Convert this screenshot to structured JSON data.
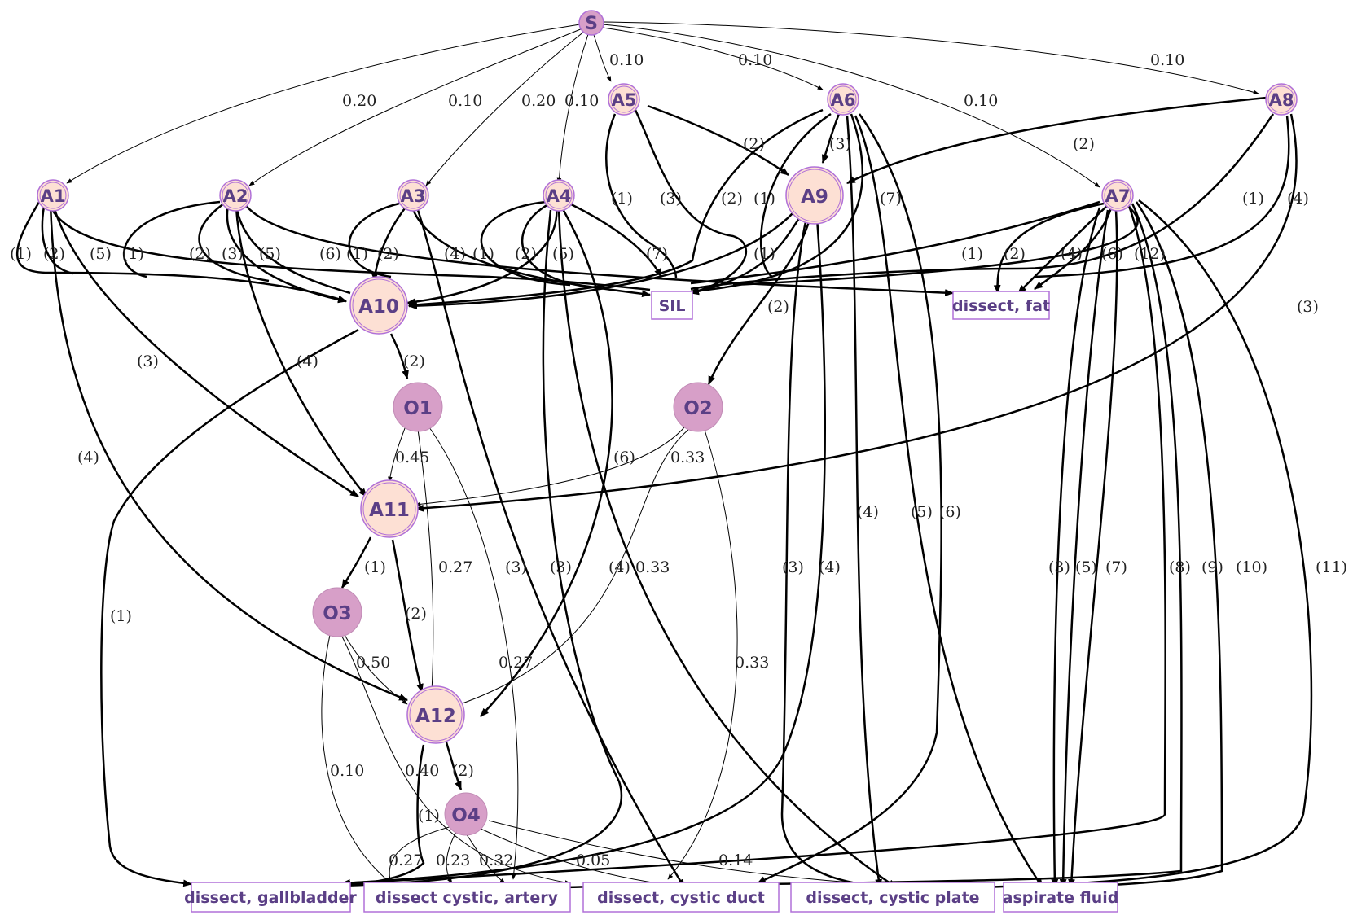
{
  "nodes": {
    "s": "S",
    "a1": "A1",
    "a2": "A2",
    "a3": "A3",
    "a4": "A4",
    "a5": "A5",
    "a6": "A6",
    "a7": "A7",
    "a8": "A8",
    "a9": "A9",
    "a10": "A10",
    "a11": "A11",
    "a12": "A12",
    "o1": "O1",
    "o2": "O2",
    "o3": "O3",
    "o4": "O4"
  },
  "boxes": {
    "sil": "SIL",
    "fat": "dissect, fat",
    "gallbladder": "dissect, gallbladder",
    "artery": "dissect cystic, artery",
    "duct": "dissect, cystic duct",
    "plate": "dissect, cystic plate",
    "aspirate": "aspirate fluid"
  },
  "labels": {
    "s_a1": "0.20",
    "s_a2": "0.10",
    "s_a3": "0.20",
    "s_a4": "0.10",
    "s_a5": "0.10",
    "s_a6": "0.10",
    "s_a7": "0.10",
    "s_a8": "0.10",
    "a1_1": "(1)",
    "a1_2": "(2)",
    "a1_5": "(5)",
    "a1_3": "(3)",
    "a1_4": "(4)",
    "a2_1": "(1)",
    "a2_2": "(2)",
    "a2_3": "(3)",
    "a2_5": "(5)",
    "a2_6": "(6)",
    "a2_4": "(4)",
    "a3_1": "(1)",
    "a3_2": "(2)",
    "a3_4": "(4)",
    "a3_3": "(3)",
    "a4_1": "(1)",
    "a4_2": "(2)",
    "a4_5": "(5)",
    "a4_7": "(7)",
    "a4_6": "(6)",
    "a4_3": "(3)",
    "a4_4": "(4)",
    "a5_1": "(1)",
    "a5_3": "(3)",
    "a5_2": "(2)",
    "a6_3": "(3)",
    "a6_2": "(2)",
    "a6_1": "(1)",
    "a6_7": "(7)",
    "a6_4": "(4)",
    "a6_5": "(5)",
    "a6_6": "(6)",
    "a8_2": "(2)",
    "a8_1": "(1)",
    "a8_4": "(4)",
    "a8_3": "(3)",
    "a9_1": "(1)",
    "a9_2": "(2)",
    "a9_3": "(3)",
    "a9_4": "(4)",
    "a7_1": "(1)",
    "a7_2": "(2)",
    "a7_4": "(4)",
    "a7_6": "(6)",
    "a7_12": "(12)",
    "a7_3": "(3)",
    "a7_5": "(5)",
    "a7_7": "(7)",
    "a7_8": "(8)",
    "a7_9": "(9)",
    "a7_10": "(10)",
    "a7_11": "(11)",
    "a10_2": "(2)",
    "a10_1": "(1)",
    "o1_045": "0.45",
    "o1_027a": "0.27",
    "o1_027b": "0.27",
    "o2_033a": "0.33",
    "o2_033b": "0.33",
    "o2_033c": "0.33",
    "a11_1": "(1)",
    "a11_2": "(2)",
    "o3_050": "0.50",
    "o3_010": "0.10",
    "o3_040": "0.40",
    "a12_2": "(2)",
    "a12_1": "(1)",
    "o4_027": "0.27",
    "o4_023": "0.23",
    "o4_032": "0.32",
    "o4_005": "0.05",
    "o4_014": "0.14"
  },
  "colors": {
    "ellipse_fill": "#fde0d4",
    "ellipse_stroke": "#b070d8",
    "chance_fill": "#d79fc8",
    "label_text": "#5b3f86",
    "box_stroke": "#b070d8"
  }
}
